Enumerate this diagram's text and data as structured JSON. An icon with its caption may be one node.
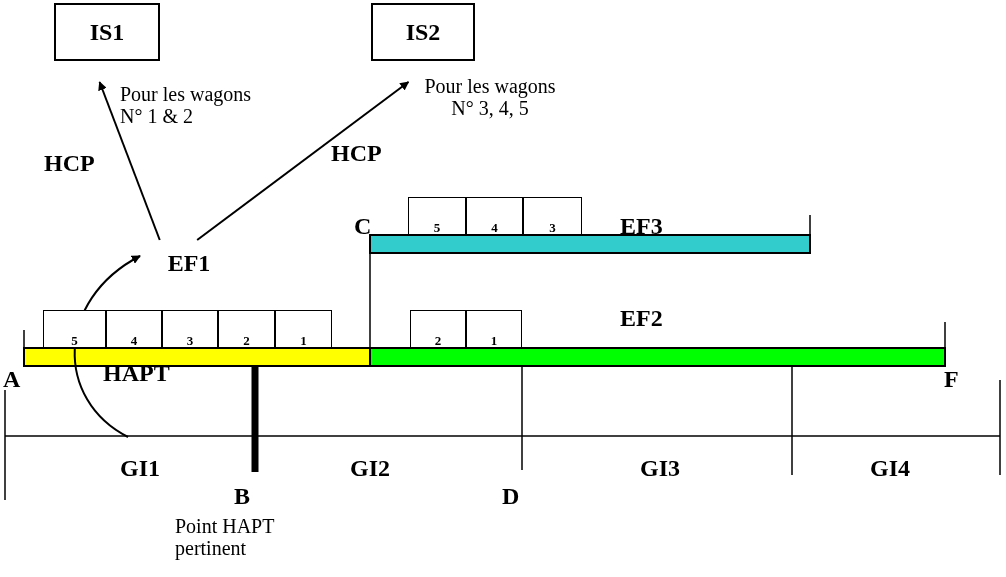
{
  "diagram": {
    "nodes": [
      {
        "text": [
          "IS1"
        ]
      },
      {
        "text": [
          "IS2"
        ]
      },
      {
        "text": [
          "EF1"
        ]
      },
      {
        "text": [
          "5"
        ]
      },
      {
        "text": [
          "4"
        ]
      },
      {
        "text": [
          "3"
        ]
      },
      {
        "text": [
          "2"
        ]
      },
      {
        "text": [
          "1"
        ]
      },
      {
        "text": [
          "2"
        ]
      },
      {
        "text": [
          "1"
        ]
      },
      {
        "text": [
          "5"
        ]
      },
      {
        "text": [
          "4"
        ]
      },
      {
        "text": [
          "3"
        ]
      }
    ],
    "edges": [
      {
        "from": 2,
        "to": 0,
        "arrow": "to",
        "label": "HCP"
      },
      {
        "from": 2,
        "to": 1,
        "arrow": "to",
        "label": "HCP"
      },
      {
        "from": null,
        "to": 2,
        "arrow": "to",
        "label": "HAPT"
      }
    ],
    "labels": [
      "Pour les wagons N° 1 & 2",
      "Pour les wagons N° 3, 4, 5",
      "C",
      "EF3",
      "EF2",
      "A",
      "F",
      "GI1",
      "B",
      "GI2",
      "D",
      "GI3",
      "GI4",
      "Point HAPT pertinent"
    ]
  }
}
